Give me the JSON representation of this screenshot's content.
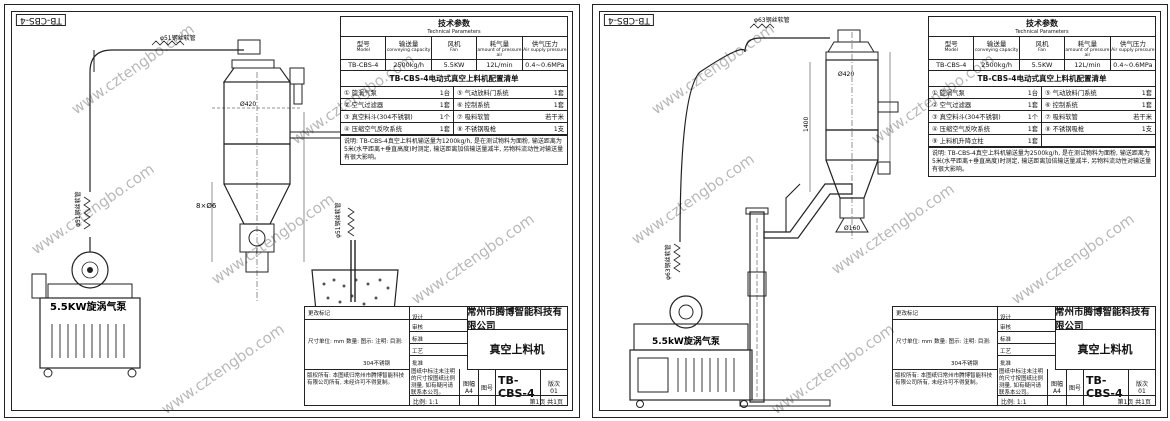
{
  "watermark": "www.cztengbo.com",
  "sheets": [
    {
      "code_tag": "TB-CBS-4",
      "params": {
        "title": "技术参数",
        "title_en": "Technical Parameters",
        "headers": [
          {
            "cn": "型号",
            "en": "Model"
          },
          {
            "cn": "输送量",
            "en": "conveying capacity"
          },
          {
            "cn": "风机",
            "en": "Fan"
          },
          {
            "cn": "耗气量",
            "en": "amount of pressure air"
          },
          {
            "cn": "供气压力",
            "en": "Air supply pressure"
          }
        ],
        "values": [
          "TB-CBS-4",
          "2500kg/h",
          "5.5KW",
          "12L/min",
          "0.4~0.6MPa"
        ]
      },
      "config_title": "TB-CBS-4电动式真空上料机配置清单",
      "config": [
        {
          "name": "① 旋涡气泵",
          "qty": "1台"
        },
        {
          "name": "⑤ 气动放料门系统",
          "qty": "1套"
        },
        {
          "name": "② 空气过滤器",
          "qty": "1套"
        },
        {
          "name": "⑥ 控制系统",
          "qty": "1套"
        },
        {
          "name": "③ 真空料斗(304不锈钢)",
          "qty": "1个"
        },
        {
          "name": "⑦ 吸料软管",
          "qty": "若干米"
        },
        {
          "name": "④ 压缩空气反吹系统",
          "qty": "1套"
        },
        {
          "name": "⑧ 不锈钢吸枪",
          "qty": "1支"
        }
      ],
      "note": "说明: TB-CBS-4真空上料机输送量为1200kg/h, 是在测试物料为面粉, 输送距离为5米(水平距离+垂直高度)时测定, 输送距离加倍输送量减半, 另物料流动性对输送量有很大影响。",
      "labels": {
        "hose_top": "φ51钢丝软管",
        "hose_left": "φ51钢丝软管",
        "hose_right": "φ51钢丝软管",
        "pump": "5.5KW旋涡气泵",
        "dim1": "Ø420",
        "dim2": "8×Ø6"
      }
    },
    {
      "code_tag": "TB-CBS-4",
      "params": {
        "title": "技术参数",
        "title_en": "Technical Parameters",
        "headers": [
          {
            "cn": "型号",
            "en": "Model"
          },
          {
            "cn": "输送量",
            "en": "conveying capacity"
          },
          {
            "cn": "风机",
            "en": "Fan"
          },
          {
            "cn": "耗气量",
            "en": "amount of pressure air"
          },
          {
            "cn": "供气压力",
            "en": "Air supply pressure"
          }
        ],
        "values": [
          "TB-CBS-4",
          "2500kg/h",
          "5.5KW",
          "12L/min",
          "0.4~0.6MPa"
        ]
      },
      "config_title": "TB-CBS-4电动式真空上料机配置清单",
      "config": [
        {
          "name": "① 旋涡气泵",
          "qty": "1台"
        },
        {
          "name": "⑤ 气动放料门系统",
          "qty": "1套"
        },
        {
          "name": "② 空气过滤器",
          "qty": "1套"
        },
        {
          "name": "⑥ 控制系统",
          "qty": "1套"
        },
        {
          "name": "③ 真空料斗(304不锈钢)",
          "qty": "1个"
        },
        {
          "name": "⑦ 吸料软管",
          "qty": "若干米"
        },
        {
          "name": "④ 压缩空气反吹系统",
          "qty": "1套"
        },
        {
          "name": "⑧ 不锈钢吸枪",
          "qty": "1支"
        },
        {
          "name": "⑨ 上料机升降立柱",
          "qty": "1套"
        },
        {
          "name": "",
          "qty": ""
        }
      ],
      "note": "说明: TB-CBS-4真空上料机输送量为2500kg/h, 是在测试物料为面粉, 输送距离为5米(水平距离+垂直高度)时测定, 输送距离加倍输送量减半, 另物料流动性对输送量有很大影响。",
      "labels": {
        "hose_top": "φ63钢丝软管",
        "hose_left": "φ63钢丝软管",
        "pump": "5.5kW旋涡气泵",
        "dim1": "Ø420",
        "dim2": "1400",
        "dim3": "Ø160"
      }
    }
  ],
  "title_block": {
    "company": "常州市腾博智能科技有限公司",
    "product": "真空上料机",
    "size_label": "图幅",
    "size": "A4",
    "code_label": "图号",
    "code": "TB-CBS-4",
    "version_label": "版次",
    "version": "01",
    "scale": "比例: 1:1",
    "pages": "第1页 共1页",
    "rev_label": "更改标记",
    "rows": [
      "设计",
      "审核",
      "标准",
      "工艺",
      "批准"
    ],
    "material_label": "304不锈钢",
    "tolerance": "尺寸单位: mm 数量: 图示: 注明: 目测:",
    "remark1": "版权所有: 本图纸归常州市腾博智能科技有限公司所有, 未经许可不得复制。",
    "remark2": "图纸中标注未注明的尺寸按图纸比例测量, 如有疑问请联系本公司。"
  }
}
